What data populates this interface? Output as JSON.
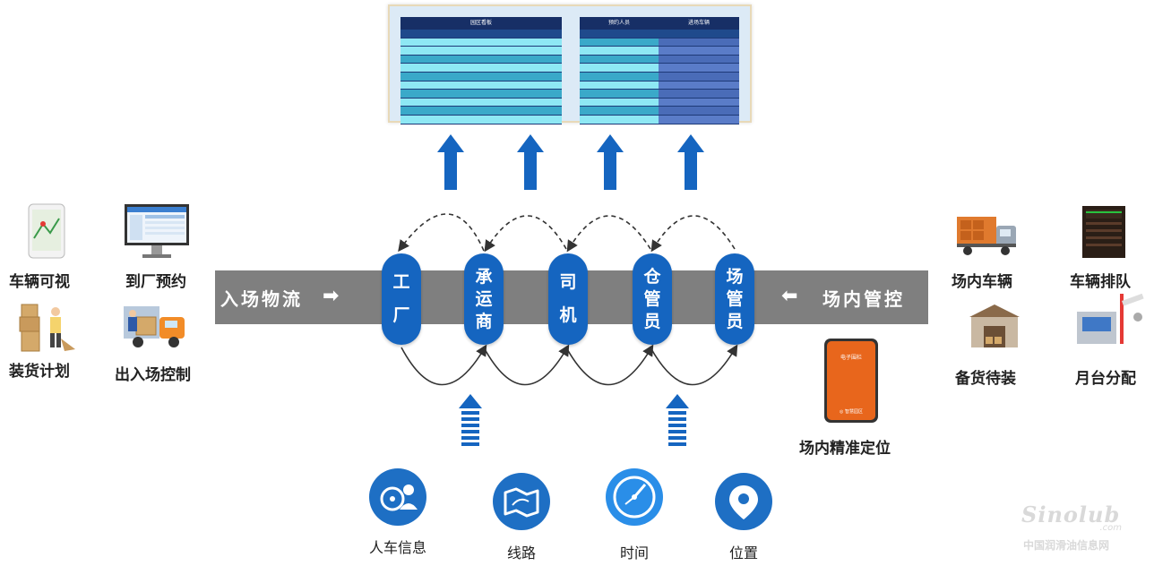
{
  "dashboard": {
    "left_title": "园区看板",
    "right_title_a": "预约人员",
    "right_title_b": "进场车辆"
  },
  "main_bar": {
    "left_text": "入场物流",
    "right_text": "场内管控",
    "arrow_right": "➡",
    "arrow_left": "⬅"
  },
  "roles": [
    {
      "lines": [
        "工",
        "厂"
      ]
    },
    {
      "lines": [
        "承",
        "运",
        "商"
      ]
    },
    {
      "lines": [
        "司",
        "机"
      ]
    },
    {
      "lines": [
        "仓",
        "管",
        "员"
      ]
    },
    {
      "lines": [
        "场",
        "管",
        "员"
      ]
    }
  ],
  "left_features": {
    "vehicle_visible": "车辆可视",
    "factory_appointment": "到厂预约",
    "loading_plan": "装货计划",
    "entry_exit_control": "出入场控制"
  },
  "right_features": {
    "onsite_vehicles": "场内车辆",
    "vehicle_queue": "车辆排队",
    "stock_waiting": "备货待装",
    "dock_allocation": "月台分配",
    "precise_positioning": "场内精准定位"
  },
  "device": {
    "title": "电子围栏",
    "footer": "◎ 智慧园区"
  },
  "bottom_items": {
    "person_vehicle": "人车信息",
    "route": "线路",
    "time": "时间",
    "location": "位置"
  },
  "watermark": {
    "logo": "Sinolub",
    "domain": ".com",
    "text": "中国润滑油信息网"
  },
  "colors": {
    "accent_blue": "#1565c0",
    "bar_gray": "#7f7f7f"
  }
}
